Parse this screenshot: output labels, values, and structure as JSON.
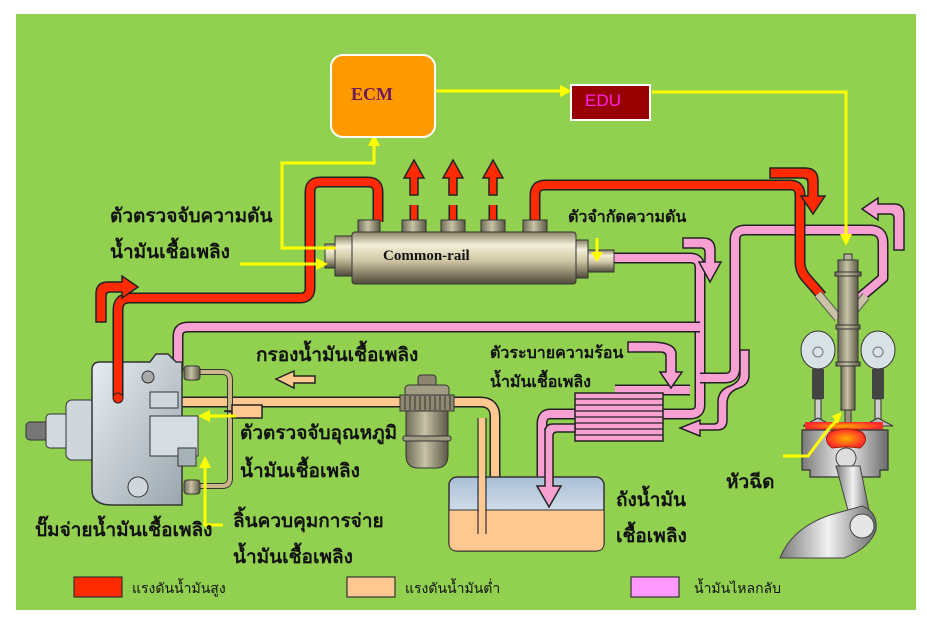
{
  "diagram": {
    "title": "Common-rail diesel fuel injection system",
    "colors": {
      "background": "#92d050",
      "high_pressure": "#ff2a00",
      "low_pressure": "#ffc890",
      "return_flow": "#f7a0d2",
      "signal": "#ffff00",
      "ecm_fill": "#ff9900",
      "edu_fill": "#990000",
      "edu_text": "#ff22ee",
      "ecm_text": "#6b1a5a"
    },
    "components": {
      "ecm": "ECM",
      "edu": "EDU",
      "common_rail": "Common-rail"
    },
    "labels": {
      "rail_pressure_sensor_line1": "ตัวตรวจจับความดัน",
      "rail_pressure_sensor_line2": "น้ำมันเชื้อเพลิง",
      "pressure_limiter": "ตัวจำกัดความดัน",
      "fuel_filter": "กรองน้ำมันเชื้อเพลิง",
      "fuel_cooler_line1": "ตัวระบายความร้อน",
      "fuel_cooler_line2": "น้ำมันเชื้อเพลิง",
      "fuel_temp_sensor_line1": "ตัวตรวจจับอุณหภูมิ",
      "fuel_temp_sensor_line2": "น้ำมันเชื้อเพลิง",
      "scv_line1": "ลิ้นควบคุมการจ่าย",
      "scv_line2": "น้ำมันเชื้อเพลิง",
      "supply_pump": "ปั๊มจ่ายน้ำมันเชื้อเพลิง",
      "fuel_tank_line1": "ถังน้ำมัน",
      "fuel_tank_line2": "เชื้อเพลิง",
      "injector": "หัวฉีด"
    },
    "legend": [
      {
        "label": "แรงดันน้ำมันสูง",
        "color": "#ff2a00"
      },
      {
        "label": "แรงดันน้ำมันต่ำ",
        "color": "#ffc890"
      },
      {
        "label": "น้ำมันไหลกลับ",
        "color": "#ff99ff"
      }
    ]
  }
}
